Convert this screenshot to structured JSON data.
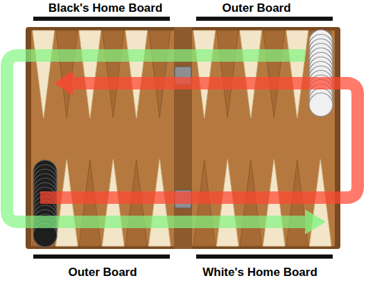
{
  "diagram": {
    "labels": [
      "Black's Home Board",
      "Outer Board",
      "Outer Board",
      "White's Home Board"
    ]
  }
}
